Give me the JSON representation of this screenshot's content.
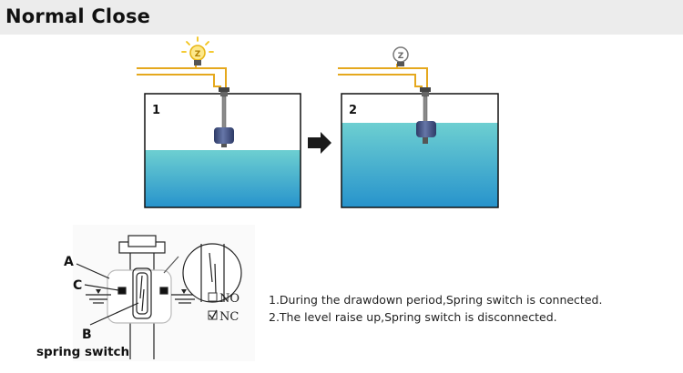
{
  "title": "Normal Close",
  "panels": [
    {
      "number": "1",
      "bulb_state": "on"
    },
    {
      "number": "2",
      "bulb_state": "off"
    }
  ],
  "diagram": {
    "label_a": "A",
    "label_b": "B",
    "label_c": "C",
    "spring_switch": "spring switch",
    "no_label": "NO",
    "nc_label": "NC",
    "nc_checked": true,
    "no_checked": false
  },
  "descriptions": [
    "1.During the drawdown period,Spring switch is connected.",
    "2.The level raise up,Spring switch is disconnected."
  ],
  "colors": {
    "wire": "#e5a81d",
    "water_top": "#6dcfd1",
    "water_bottom": "#2793cc",
    "float": "#4a5c8f",
    "bulb_on": "#f2c318"
  }
}
